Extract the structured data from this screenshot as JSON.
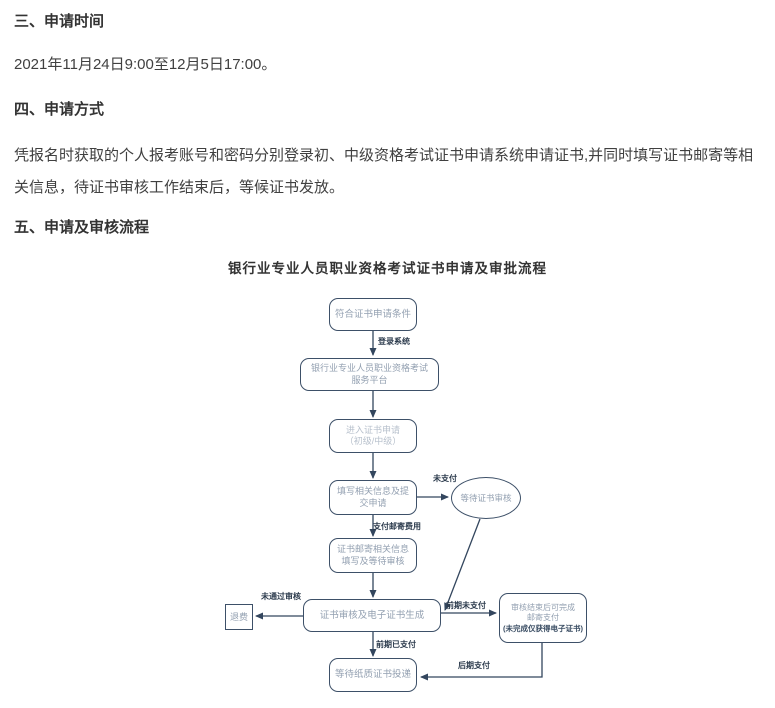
{
  "document": {
    "section_time": {
      "heading": "三、申请时间",
      "body": "2021年11月24日9:00至12月5日17:00。"
    },
    "section_method": {
      "heading": "四、申请方式",
      "body": "凭报名时获取的个人报考账号和密码分别登录初、中级资格考试证书申请系统申请证书,并同时填写证书邮寄等相关信息，待证书审核工作结束后，等候证书发放。"
    },
    "section_process": {
      "heading": "五、申请及审核流程"
    }
  },
  "flowchart": {
    "title": "银行业专业人员职业资格考试证书申请及审批流程",
    "nodes": {
      "condition": "符合证书申请条件",
      "platform_line1": "银行业专业人员职业资格考试",
      "platform_line2": "服务平台",
      "entry_line1": "进入证书申请",
      "entry_line2": "（初级/中级）",
      "fill_line1": "填写相关信息及提",
      "fill_line2": "交申请",
      "wait_review": "等待证书审核",
      "mail_line1": "证书邮寄相关信息",
      "mail_line2": "填写及等待审核",
      "review": "证书审核及电子证书生成",
      "refund": "退费",
      "late_line1": "审核结束后可完成",
      "late_line2": "邮寄支付",
      "late_line3": "(未完成仅获得电子证书)",
      "delivery": "等待纸质证书投递"
    },
    "labels": {
      "login": "登录系统",
      "unpaid": "未支付",
      "pay_mail": "支付邮寄费用",
      "fail": "未通过审核",
      "early_unpaid": "前期未支付",
      "early_paid": "前期已支付",
      "late_paid": "后期支付"
    }
  },
  "colors": {
    "line": "#33465e",
    "box_border": "#3d5068",
    "box_text": "#93a0b1",
    "label_text": "#2c3b4d",
    "heading_text": "#333333",
    "body_text": "#404040"
  }
}
